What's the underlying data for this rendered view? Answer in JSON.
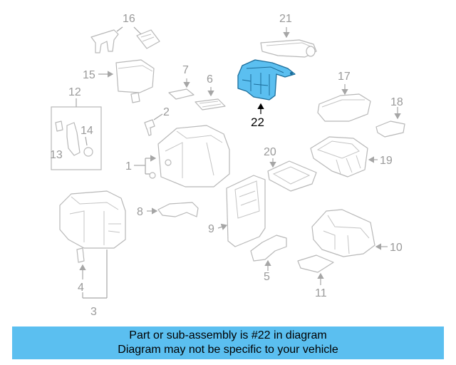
{
  "diagram": {
    "highlighted_part": "22",
    "callouts": {
      "c1": "1",
      "c2": "2",
      "c3": "3",
      "c4": "4",
      "c5": "5",
      "c6": "6",
      "c7": "7",
      "c8": "8",
      "c9": "9",
      "c10": "10",
      "c11": "11",
      "c12": "12",
      "c13": "13",
      "c14": "14",
      "c15": "15",
      "c16": "16",
      "c17": "17",
      "c18": "18",
      "c19": "19",
      "c20": "20",
      "c21": "21",
      "c22": "22"
    },
    "colors": {
      "highlight": "#5bbff0",
      "highlight_outline": "#1c6d9a",
      "line_art": "#b8b8b8",
      "banner": "#5bbff0"
    }
  },
  "banner": {
    "line1": "Part or sub-assembly is #22 in diagram",
    "line2": "Diagram may not be specific to your vehicle"
  }
}
